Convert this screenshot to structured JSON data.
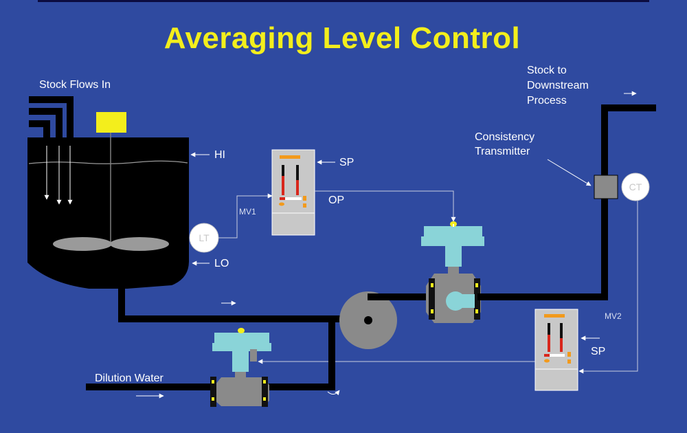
{
  "title": "Averaging Level Control",
  "labels": {
    "stock_in": "Stock Flows In",
    "hi": "HI",
    "lo": "LO",
    "lt": "LT",
    "mv1": "MV1",
    "sp1": "SP",
    "op": "OP",
    "consistency_1": "Consistency",
    "consistency_2": "Transmitter",
    "ct": "CT",
    "stock_out_1": "Stock to",
    "stock_out_2": "Downstream",
    "stock_out_3": "Process",
    "mv2": "MV2",
    "sp2": "SP",
    "dilution": "Dilution Water"
  },
  "colors": {
    "background": "#2f4aa0",
    "title": "#f3ee1c",
    "pipe": "#000000",
    "valve_body": "#8a8a8a",
    "actuator": "#8ad4d8",
    "controller_panel": "#c8c8c8",
    "indicator_red": "#d8261c",
    "indicator_orange": "#f29a1c",
    "level_sensor_box": "#f3ee1c"
  }
}
